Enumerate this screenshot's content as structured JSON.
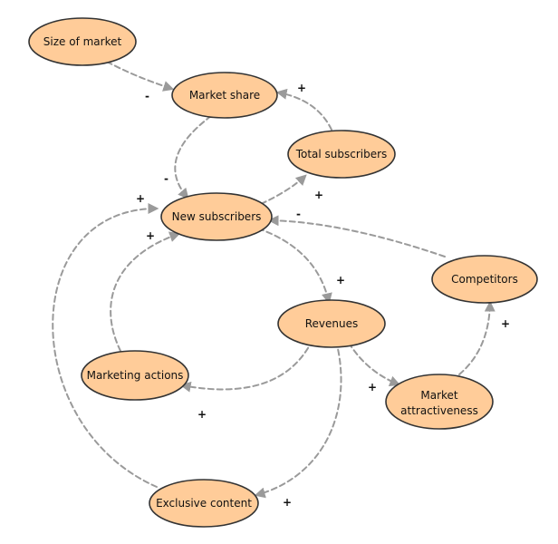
{
  "diagram": {
    "nodes": {
      "size_of_market": "Size of market",
      "market_share": "Market share",
      "total_subscribers": "Total subscribers",
      "new_subscribers": "New subscribers",
      "competitors": "Competitors",
      "revenues": "Revenues",
      "marketing_actions": "Marketing actions",
      "market_attractiveness_line1": "Market",
      "market_attractiveness_line2": "attractiveness",
      "exclusive_content": "Exclusive content"
    },
    "edge_signs": {
      "size_to_share": "-",
      "total_to_share": "+",
      "share_to_new": "-",
      "new_to_total": "+",
      "exclusive_to_new": "+",
      "marketing_to_new": "+",
      "competitors_to_new": "-",
      "new_to_revenues": "+",
      "revenues_to_marketing": "+",
      "revenues_to_attractiveness": "+",
      "attractiveness_to_competitors": "+",
      "revenues_to_exclusive": "+"
    },
    "colors": {
      "node_fill": "#ffcc99",
      "node_stroke": "#333333",
      "edge": "#9a9a9a"
    }
  }
}
